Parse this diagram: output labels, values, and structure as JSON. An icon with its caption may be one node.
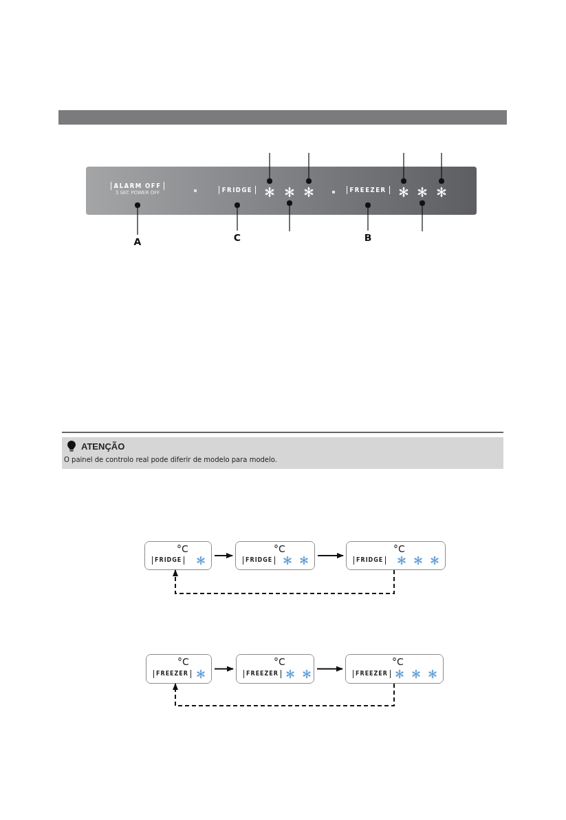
{
  "diagram": {
    "nodes": [
      {
        "text": [],
        "shape": "box"
      },
      {
        "text": [
          "ALARM OFF",
          "3 SEC POWER OFF"
        ],
        "in": 0
      },
      {
        "text": [
          "FRIDGE"
        ],
        "in": 0
      },
      {
        "text": [],
        "shape": "snowflake",
        "in": 0
      },
      {
        "text": [],
        "shape": "snowflake",
        "in": 0
      },
      {
        "text": [],
        "shape": "snowflake",
        "in": 0
      },
      {
        "text": [
          "FREEZER"
        ],
        "in": 0
      },
      {
        "text": [],
        "shape": "snowflake",
        "in": 0
      },
      {
        "text": [],
        "shape": "snowflake",
        "in": 0
      },
      {
        "text": [],
        "shape": "snowflake",
        "in": 0
      },
      {
        "text": [
          "A"
        ]
      },
      {
        "text": [
          "C"
        ]
      },
      {
        "text": [
          "B"
        ]
      },
      {
        "text": [
          "ATENÇÃO",
          "O painel de controlo real pode diferir de modelo para modelo."
        ]
      },
      {
        "text": [
          "°C",
          "FRIDGE"
        ]
      },
      {
        "text": [
          "°C",
          "FRIDGE"
        ]
      },
      {
        "text": [
          "°C",
          "FRIDGE"
        ]
      },
      {
        "text": [
          "°C",
          "FREEZER"
        ]
      },
      {
        "text": [
          "°C",
          "FREEZER"
        ]
      },
      {
        "text": [
          "°C",
          "FREEZER"
        ]
      }
    ],
    "edges": [
      {
        "from": 10,
        "to": 1,
        "arrow": "none"
      },
      {
        "from": 11,
        "to": 2,
        "arrow": "none"
      },
      {
        "from": 12,
        "to": 6,
        "arrow": "none"
      },
      {
        "from": 3,
        "to": null,
        "arrow": "none"
      },
      {
        "from": 5,
        "to": null,
        "arrow": "none"
      },
      {
        "from": 4,
        "to": null,
        "arrow": "none"
      },
      {
        "from": 7,
        "to": null,
        "arrow": "none"
      },
      {
        "from": 9,
        "to": null,
        "arrow": "none"
      },
      {
        "from": 8,
        "to": null,
        "arrow": "none"
      },
      {
        "from": 14,
        "to": 15,
        "arrow": "to"
      },
      {
        "from": 15,
        "to": 16,
        "arrow": "to"
      },
      {
        "from": 16,
        "to": 14,
        "arrow": "to",
        "style": "dashed"
      },
      {
        "from": 17,
        "to": 18,
        "arrow": "to"
      },
      {
        "from": 18,
        "to": 19,
        "arrow": "to"
      },
      {
        "from": 19,
        "to": 17,
        "arrow": "to",
        "style": "dashed"
      }
    ]
  }
}
